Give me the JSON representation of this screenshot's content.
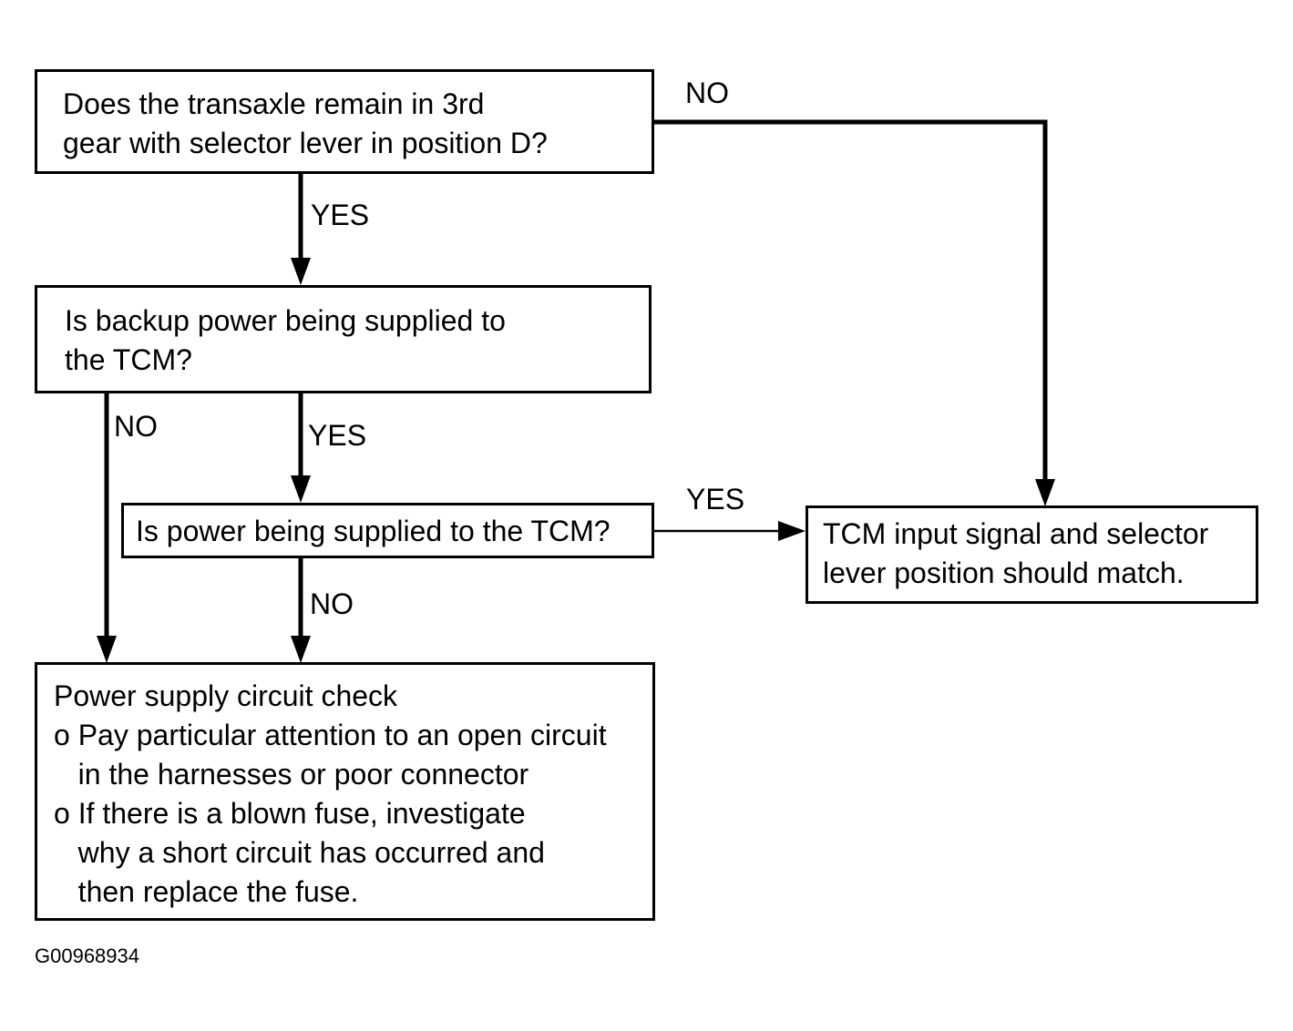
{
  "nodes": {
    "q1": {
      "lines": [
        "Does the transaxle remain in 3rd",
        "gear with selector lever in position D?"
      ]
    },
    "q2": {
      "lines": [
        "Is backup power being supplied to",
        "the TCM?"
      ]
    },
    "q3": {
      "lines": [
        "Is power being supplied to the TCM?"
      ]
    },
    "result_match": {
      "lines": [
        "TCM input signal and selector",
        "lever position should match."
      ]
    },
    "result_check": {
      "lines": [
        "Power supply circuit check",
        "o Pay particular attention to an open circuit",
        "   in the harnesses or poor connector",
        "o If there is a blown fuse, investigate",
        "   why a short circuit has occurred and",
        "   then replace the fuse."
      ]
    }
  },
  "edges": {
    "q1_no": "NO",
    "q1_yes": "YES",
    "q2_no": "NO",
    "q2_yes": "YES",
    "q3_yes": "YES",
    "q3_no": "NO"
  },
  "figure_id": "G00968934"
}
